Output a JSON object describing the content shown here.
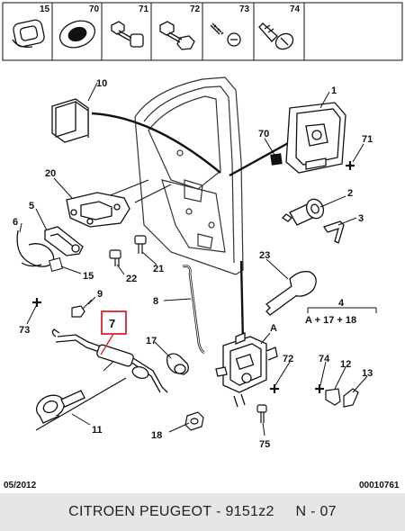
{
  "header_parts": [
    {
      "num": "15"
    },
    {
      "num": "70"
    },
    {
      "num": "71"
    },
    {
      "num": "72"
    },
    {
      "num": "73"
    },
    {
      "num": "74"
    }
  ],
  "callouts": {
    "c1": "1",
    "c2": "2",
    "c3": "3",
    "c4": "4",
    "c4_formula": "A + 17 + 18",
    "c5": "5",
    "c6": "6",
    "c7": "7",
    "c8": "8",
    "c9": "9",
    "c10": "10",
    "c11": "11",
    "c12": "12",
    "c13": "13",
    "c15": "15",
    "c17": "17",
    "c18": "18",
    "c20": "20",
    "c21": "21",
    "c22": "22",
    "c23": "23",
    "cA": "A",
    "c70": "70",
    "c71": "71",
    "c72": "72",
    "c73": "73",
    "c74": "74",
    "c75": "75"
  },
  "colors": {
    "highlight": "#d9262b",
    "line": "#111111",
    "footer_bg": "#e6e6e6"
  },
  "date_code": "05/2012",
  "ref_code": "00010761",
  "footer": {
    "brand": "CITROEN PEUGEOT",
    "separator1": " - ",
    "catalog": "9151z2",
    "separator2": "     ",
    "sheet": "N - 07"
  }
}
